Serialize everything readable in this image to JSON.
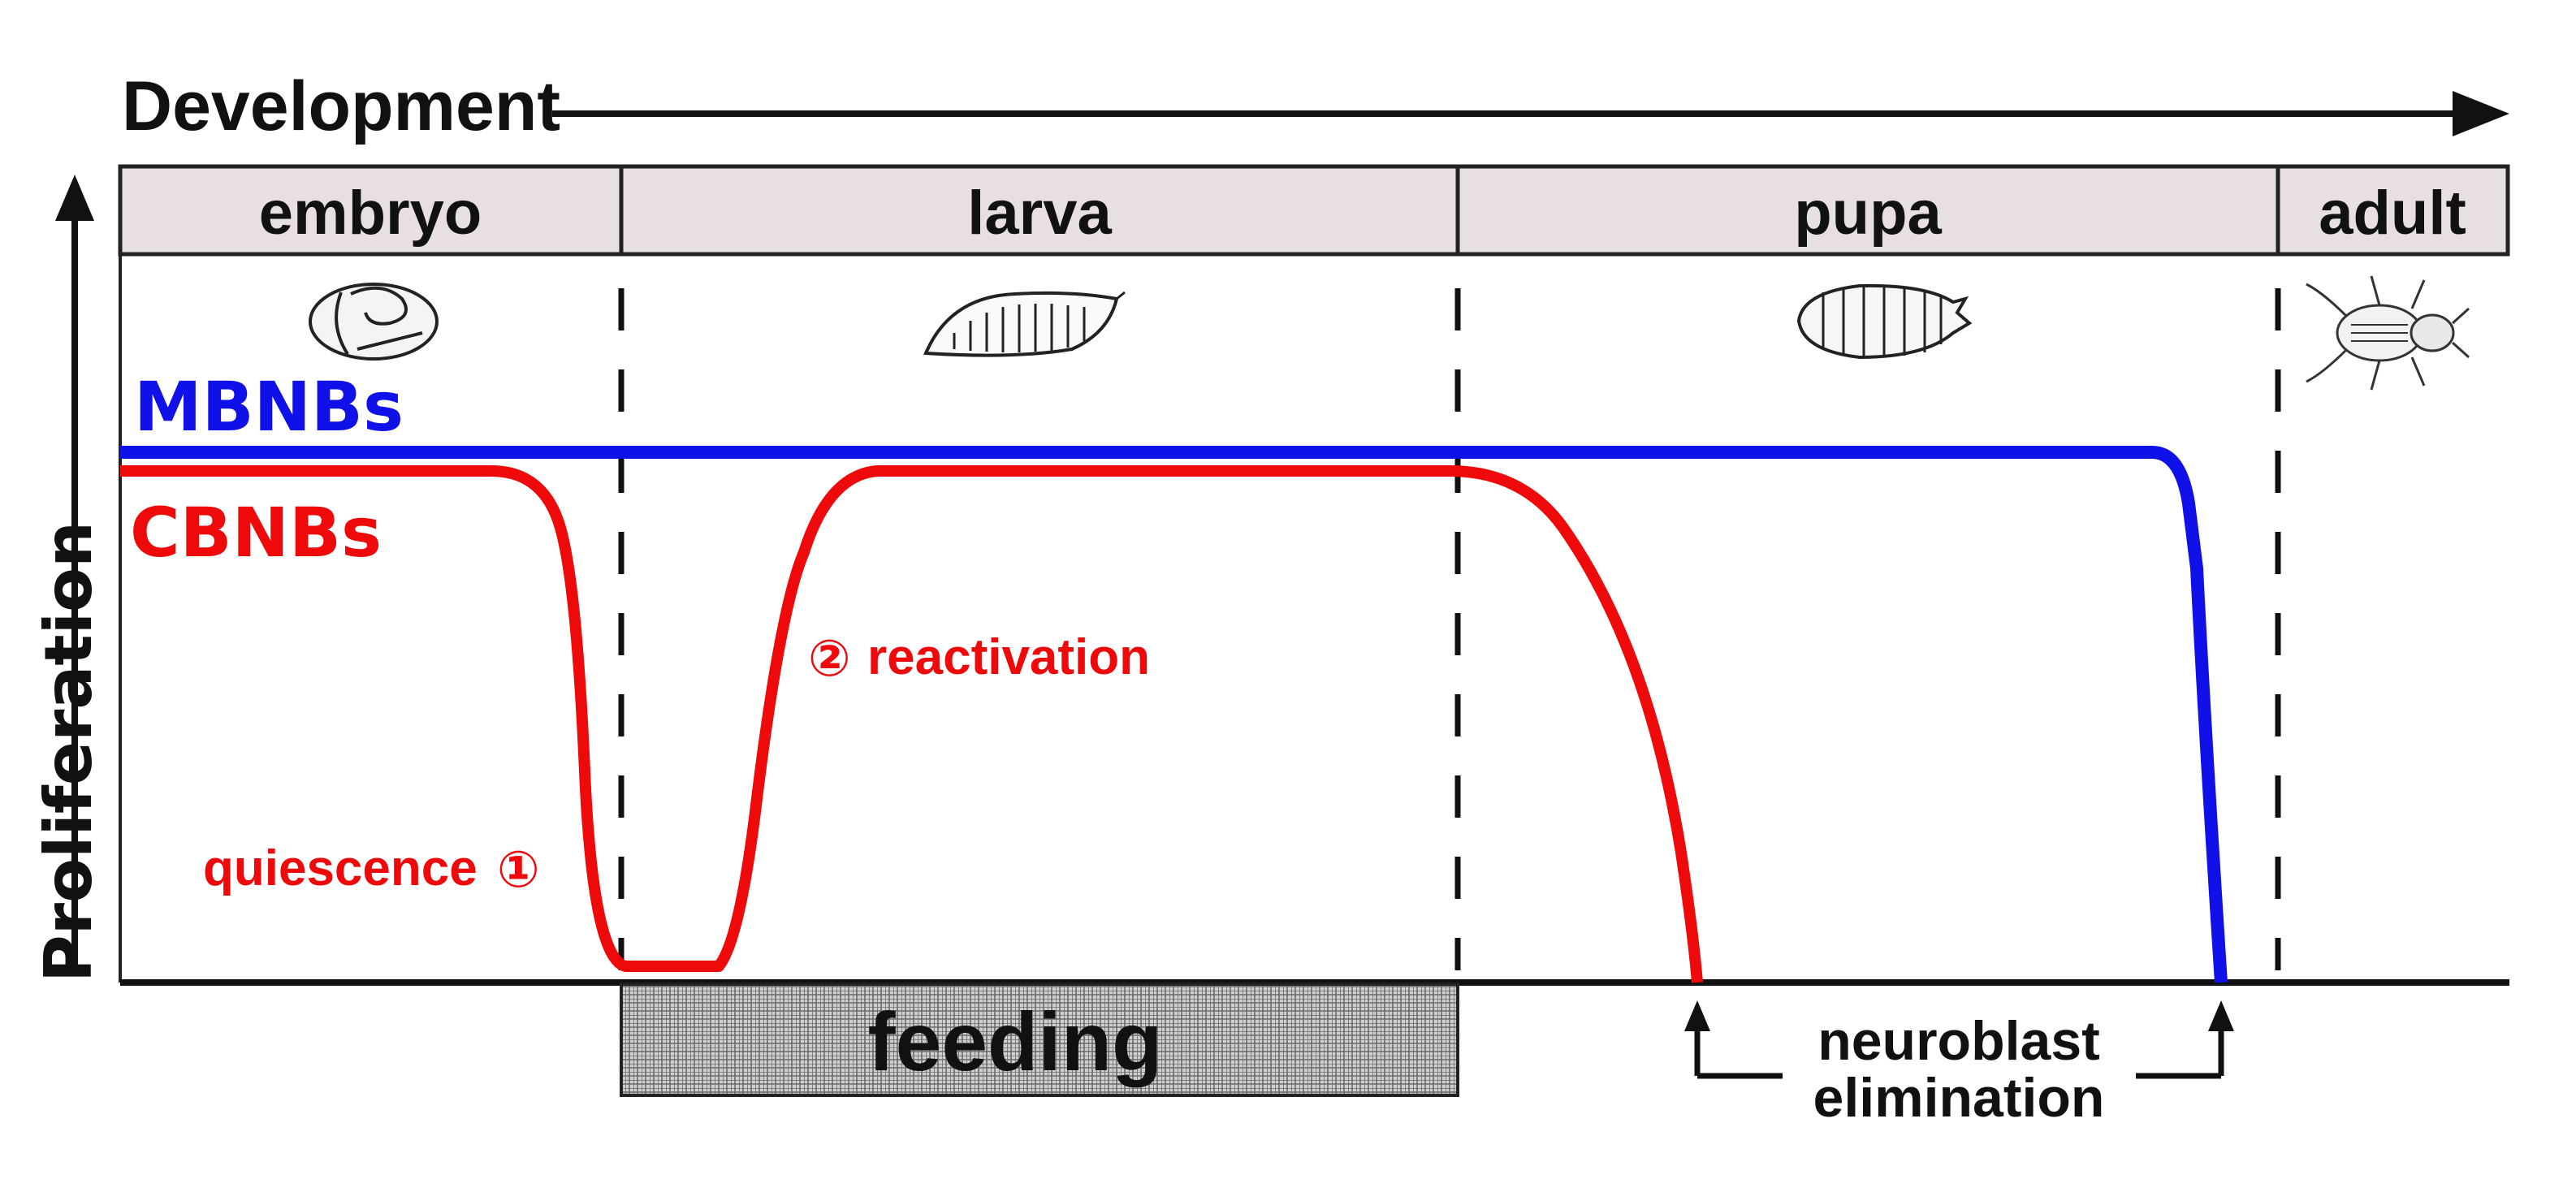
{
  "header": {
    "development_label": "Development",
    "proliferation_label": "Proliferation"
  },
  "stages": [
    {
      "label": "embryo"
    },
    {
      "label": "larva"
    },
    {
      "label": "pupa"
    },
    {
      "label": "adult"
    }
  ],
  "stage_icons": [
    "embryo-icon",
    "larva-icon",
    "pupa-icon",
    "adult-fly-icon"
  ],
  "series": [
    {
      "name": "MBNBs",
      "color": "#1010e8"
    },
    {
      "name": "CBNBs",
      "color": "#ee0a0a"
    }
  ],
  "annotations": {
    "quiescence": "quiescence",
    "quiescence_marker": "①",
    "reactivation": "reactivation",
    "reactivation_marker": "②",
    "feeding": "feeding",
    "elimination_line1": "neuroblast",
    "elimination_line2": "elimination"
  },
  "colors": {
    "stage_bar_fill": "#e8e0e0",
    "axis": "#111111",
    "feeding_fill": "#bdbdbd"
  }
}
